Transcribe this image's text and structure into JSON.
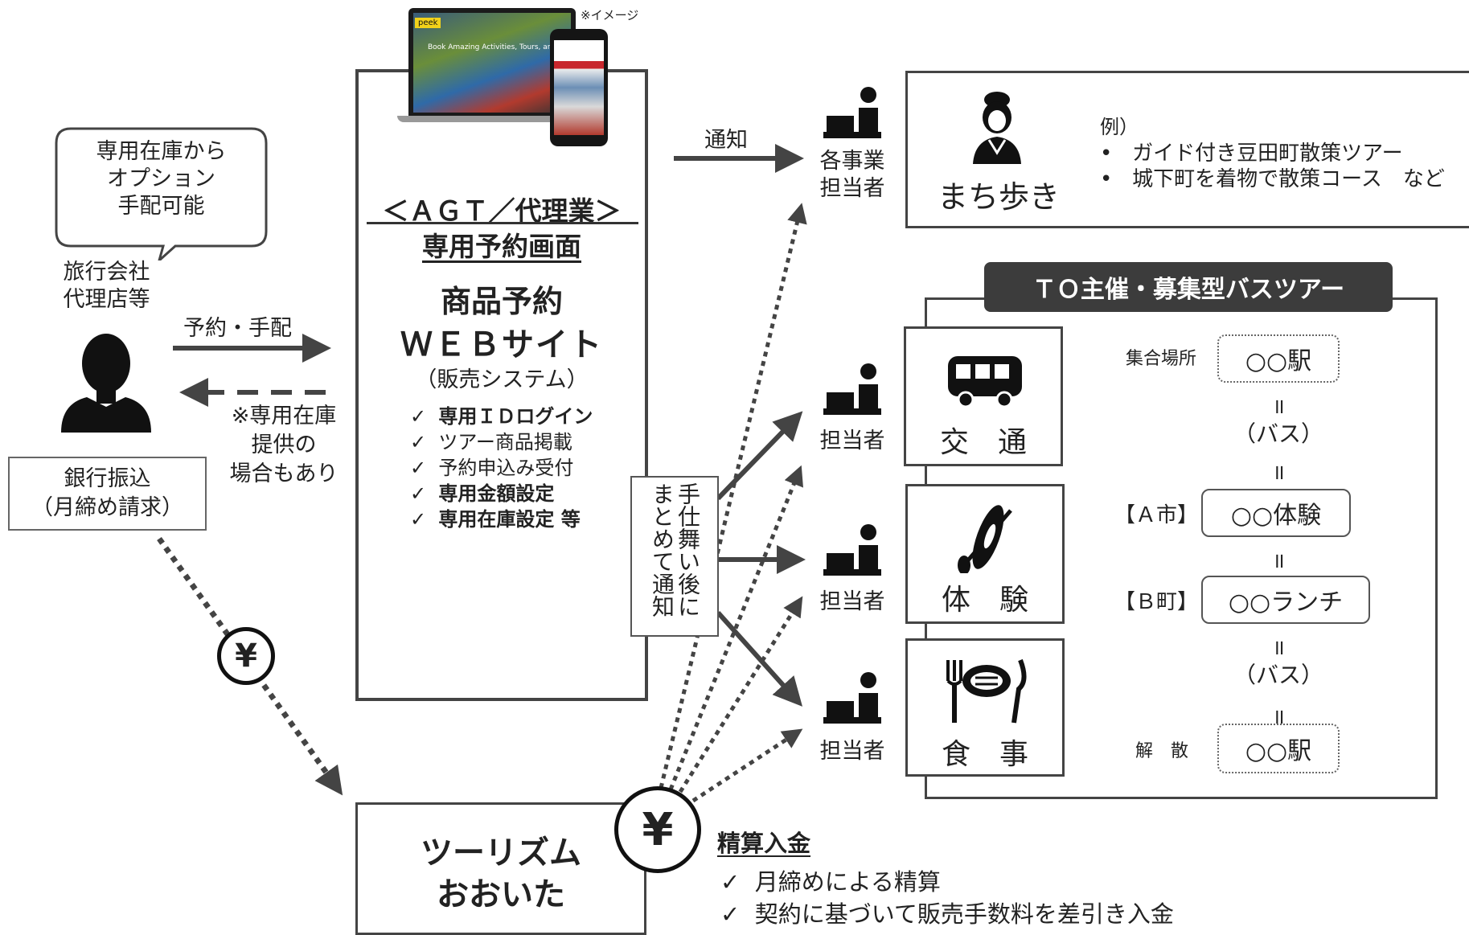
{
  "note_image": "※イメージ",
  "speech": {
    "line1": "専用在庫から",
    "line2": "オプション",
    "line3": "手配可能"
  },
  "agent": {
    "line1": "旅行会社",
    "line2": "代理店等"
  },
  "bank": {
    "line1": "銀行振込",
    "line2": "（月締め請求）"
  },
  "arrow_reserve": "予約・手配",
  "stock_note": {
    "line1": "※専用在庫",
    "line2": "提供の",
    "line3": "場合もあり"
  },
  "web": {
    "title1": "＜ＡＧＴ／代理業＞",
    "title2": "専用予約画面",
    "main1": "商品予約",
    "main2": "ＷＥＢサイト",
    "sub": "（販売システム）",
    "checks": [
      {
        "text": "専用ＩＤログイン",
        "bold": true
      },
      {
        "text": "ツアー商品掲載",
        "bold": false
      },
      {
        "text": "予約申込み受付",
        "bold": false
      },
      {
        "text": "専用金額設定",
        "bold": true
      },
      {
        "text": "専用在庫設定 等",
        "bold": true
      }
    ],
    "check_mark": "✓"
  },
  "screen": {
    "brand": "peek",
    "headline": "Book Amazing Activities, Tours, and"
  },
  "notify": "通知",
  "vertical_note": {
    "col1": "手仕舞い後に",
    "col2": "まとめて通知"
  },
  "staff": {
    "first_line1": "各事業",
    "first_line2": "担当者",
    "label": "担当者"
  },
  "machi": {
    "label": "まち歩き",
    "example_head": "例）",
    "examples": [
      "ガイド付き豆田町散策ツアー",
      "城下町を着物で散策コース　など"
    ]
  },
  "bus_tour": {
    "header": "ＴＯ主催・募集型バスツアー",
    "categories": [
      {
        "label": "交　通",
        "icon": "bus-icon"
      },
      {
        "label": "体　験",
        "icon": "canoe-icon"
      },
      {
        "label": "食　事",
        "icon": "meal-icon"
      }
    ],
    "itinerary": {
      "meet_label": "集合場所",
      "meet_value": "○○駅",
      "eq": "॥",
      "bus": "（バス）",
      "a_label": "【Ａ市】",
      "a_value": "○○体験",
      "b_label": "【Ｂ町】",
      "b_value": "○○ランチ",
      "end_label": "解　散",
      "end_value": "○○駅"
    }
  },
  "tourism": {
    "line1": "ツーリズム",
    "line2": "おおいた"
  },
  "yen_symbol": "¥",
  "settlement": {
    "title": "精算入金",
    "items": [
      "月締めによる精算",
      "契約に基づいて販売手数料を差引き入金"
    ],
    "check_mark": "✓"
  }
}
